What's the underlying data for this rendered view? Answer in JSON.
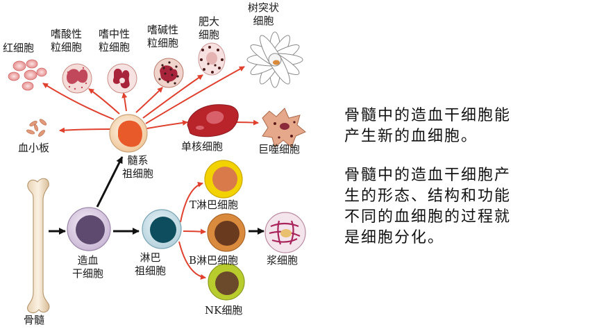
{
  "labels": {
    "red_cell": "红细胞",
    "eosinophil": [
      "嗜酸性",
      "粒细胞"
    ],
    "neutrophil": [
      "嗜中性",
      "粒细胞"
    ],
    "basophil": [
      "嗜碱性",
      "粒细胞"
    ],
    "mast_cell": [
      "肥大",
      "细胞"
    ],
    "dendritic_cell": [
      "树突状",
      "细胞"
    ],
    "platelet": "血小板",
    "myeloid_progenitor": [
      "髓系",
      "祖细胞"
    ],
    "monocyte": "单核细胞",
    "macrophage": "巨噬细胞",
    "t_cell": "T淋巴细胞",
    "b_cell": "B淋巴细胞",
    "plasma_cell": "浆细胞",
    "nk_cell": "NK细胞",
    "hsc": [
      "造血",
      "干细胞"
    ],
    "lymphoid_progenitor": [
      "淋巴",
      "祖细胞"
    ],
    "bone_marrow": "骨髓"
  },
  "text": {
    "para1": [
      "骨髓中的造血干细胞能",
      "产生新的血细胞。"
    ],
    "para2": [
      "骨髓中的造血干细胞产",
      "生的形态、结构和功能",
      "不同的血细胞的过程就",
      "是细胞分化。"
    ]
  },
  "colors": {
    "arrow_red": "#e0402e",
    "arrow_black": "#111111",
    "hsc_nucleus": "#5e4a6e",
    "lymph_nucleus": "#0d4d5e",
    "myeloid_nucleus": "#e85a2a",
    "t_cell_fill": "#f2d200",
    "b_cell_fill": "#d98a3c",
    "nk_cell_fill": "#b8cc2e"
  }
}
